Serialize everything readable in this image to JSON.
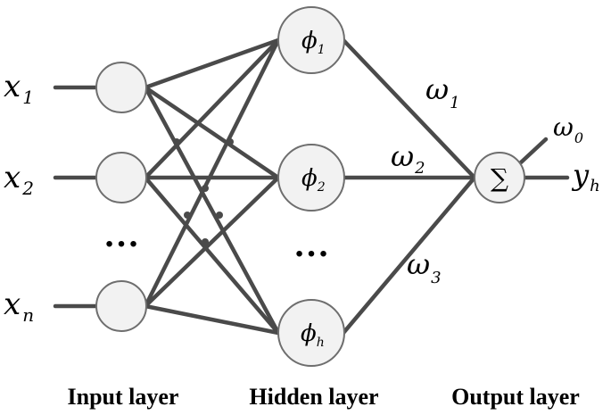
{
  "inputs": {
    "x1": {
      "base": "x",
      "sub": "1"
    },
    "x2": {
      "base": "x",
      "sub": "2"
    },
    "xn": {
      "base": "x",
      "sub": "n"
    },
    "ellipsis": "…"
  },
  "hidden": {
    "phi1": {
      "base": "ϕ",
      "sub": "1"
    },
    "phi2": {
      "base": "ϕ",
      "sub": "2"
    },
    "phih": {
      "base": "ϕ",
      "sub": "h"
    },
    "ellipsis": "…"
  },
  "weights": {
    "w1": {
      "base": "ω",
      "sub": "1"
    },
    "w2": {
      "base": "ω",
      "sub": "2"
    },
    "w3": {
      "base": "ω",
      "sub": "3"
    },
    "w0": {
      "base": "ω",
      "sub": "0"
    }
  },
  "output": {
    "sum_symbol": "∑",
    "y": {
      "base": "y",
      "sub": "h"
    }
  },
  "layers": {
    "input": "Input layer",
    "hidden": "Hidden layer",
    "output": "Output layer"
  }
}
